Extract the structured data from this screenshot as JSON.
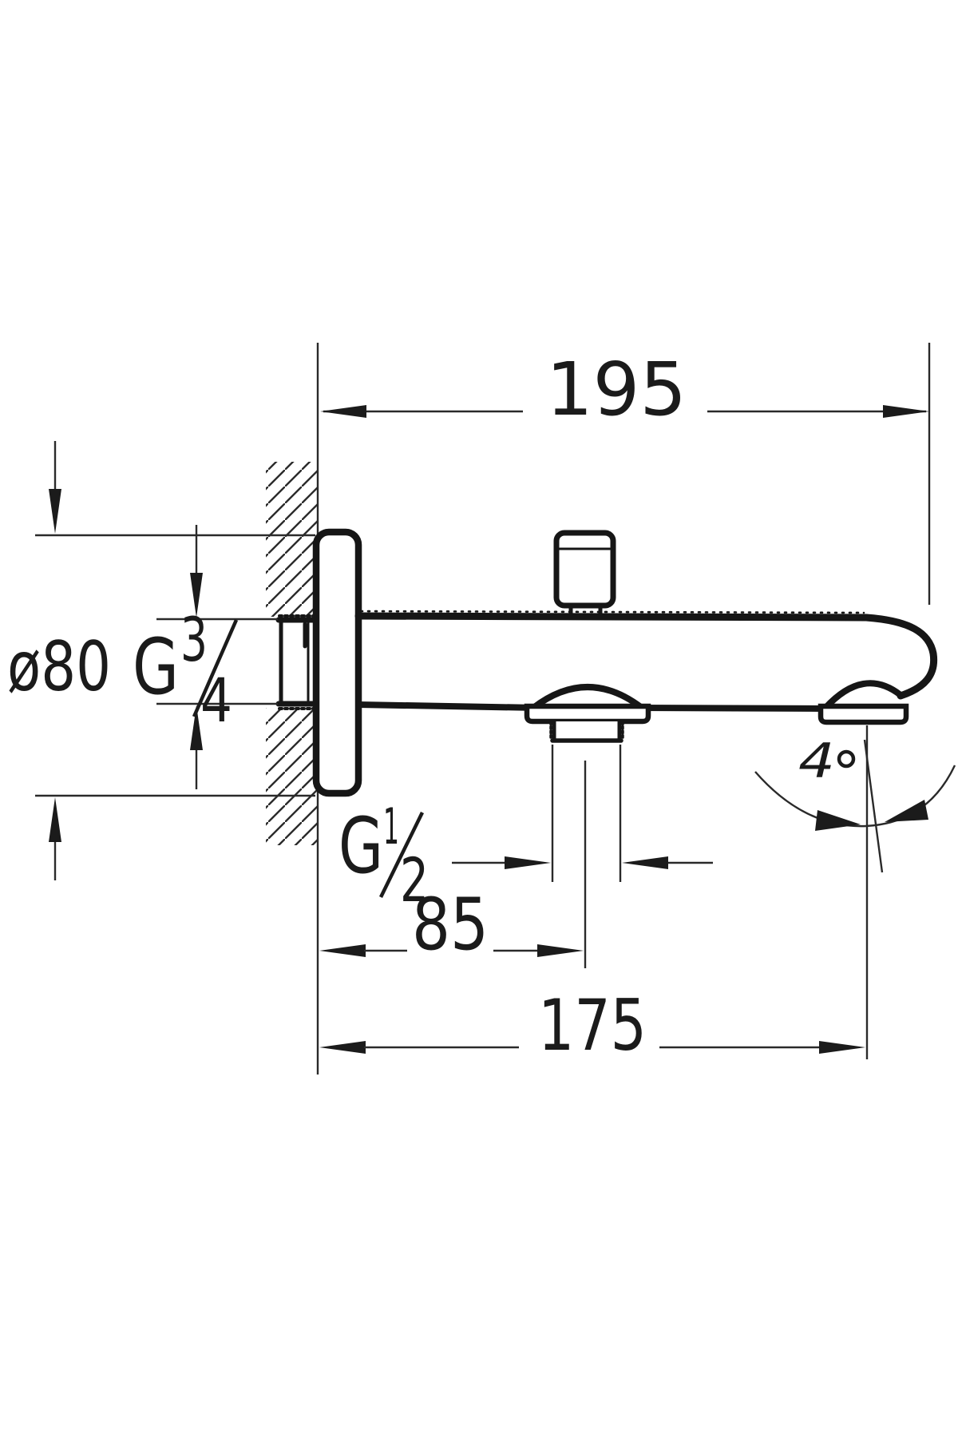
{
  "drawing": {
    "background": "#ffffff",
    "line_color": "#161616",
    "dim_color": "#2a2a2a",
    "text_color": "#1b1b1b",
    "labels": {
      "overall_length": "195",
      "flange_diameter": "ø80",
      "wall_thread": {
        "letter": "G",
        "numerator": "3",
        "denominator": "4"
      },
      "handshower_thread": {
        "letter": "G",
        "numerator": "1",
        "denominator": "2"
      },
      "handshower_offset": "85",
      "outlet_reach": "175",
      "outlet_angle": "4"
    }
  }
}
